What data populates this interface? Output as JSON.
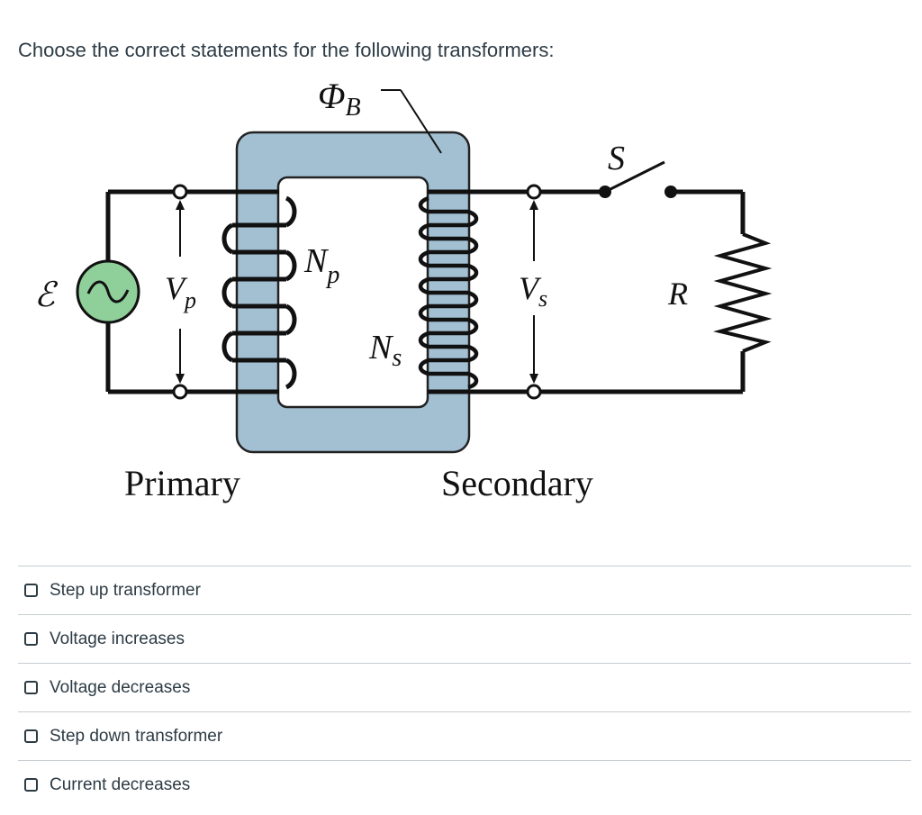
{
  "question": {
    "text": "Choose the correct statements for the following transformers:"
  },
  "figure": {
    "labels": {
      "flux": "Φ",
      "flux_sub": "B",
      "switch": "S",
      "emf": "ℰ",
      "vp": "V",
      "vp_sub": "p",
      "np": "N",
      "np_sub": "p",
      "ns": "N",
      "ns_sub": "s",
      "vs": "V",
      "vs_sub": "s",
      "resistor": "R",
      "primary": "Primary",
      "secondary": "Secondary"
    },
    "colors": {
      "core": "#a3c0d3",
      "source": "#8fcf9a",
      "wire": "#111111"
    }
  },
  "answers": [
    {
      "label": "Step up transformer",
      "checked": false
    },
    {
      "label": "Voltage increases",
      "checked": false
    },
    {
      "label": "Voltage decreases",
      "checked": false
    },
    {
      "label": "Step down transformer",
      "checked": false
    },
    {
      "label": "Current decreases",
      "checked": false
    }
  ]
}
